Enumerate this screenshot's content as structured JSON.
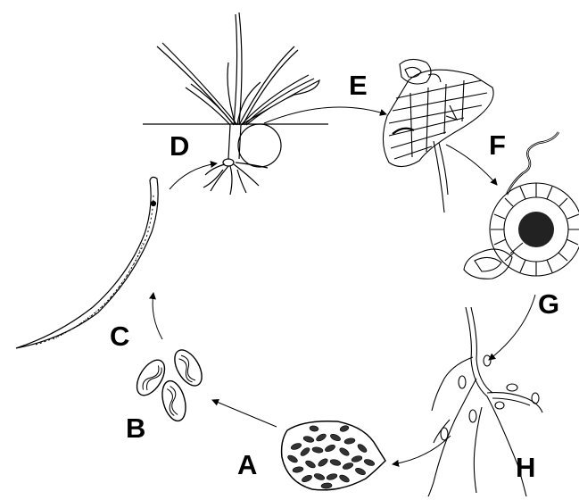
{
  "labels": {
    "a": "A",
    "b": "B",
    "c": "C",
    "d": "D",
    "e": "E",
    "f": "F",
    "g": "G",
    "h": "H"
  },
  "colors": {
    "ink": "#000000",
    "background": "#ffffff"
  }
}
